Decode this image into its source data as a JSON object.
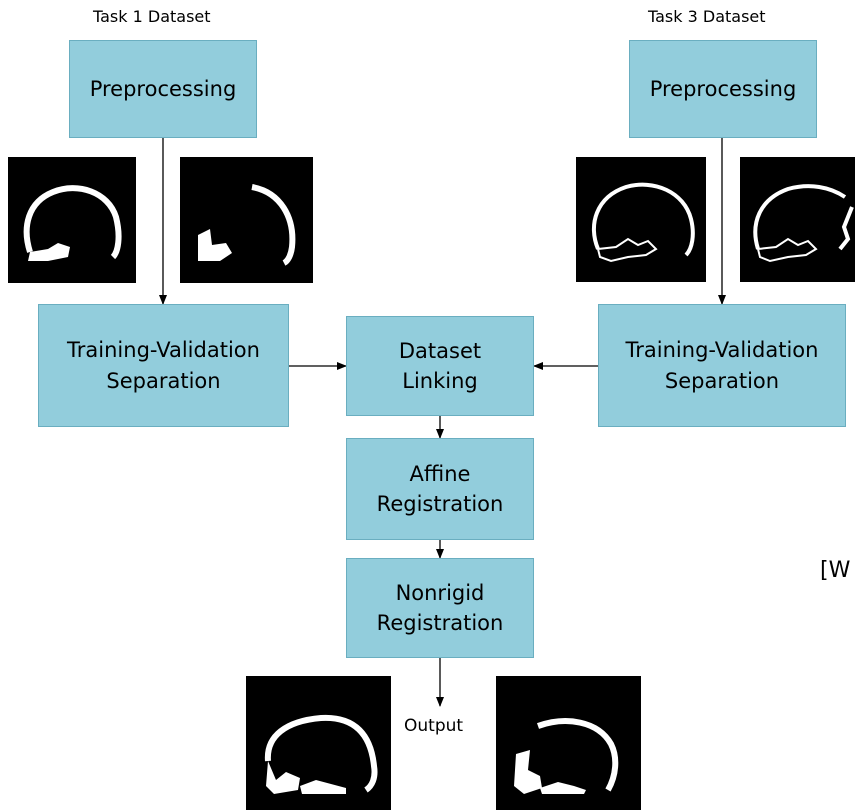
{
  "top_labels": {
    "task1": "Task 1 Dataset",
    "task3": "Task 3 Dataset"
  },
  "boxes": {
    "preprocessing_left": "Preprocessing",
    "preprocessing_right": "Preprocessing",
    "separation_left_line1": "Training-Validation",
    "separation_left_line2": "Separation",
    "separation_right_line1": "Training-Validation",
    "separation_right_line2": "Separation",
    "linking_line1": "Dataset",
    "linking_line2": "Linking",
    "affine_line1": "Affine",
    "affine_line2": "Registration",
    "nonrigid_line1": "Nonrigid",
    "nonrigid_line2": "Registration"
  },
  "output_label": "Output",
  "edge_text": "[W",
  "colors": {
    "box_fill": "#92cddc",
    "box_border": "#6aaec0",
    "thumb_background": "#000000",
    "skull_stroke": "#ffffff"
  }
}
